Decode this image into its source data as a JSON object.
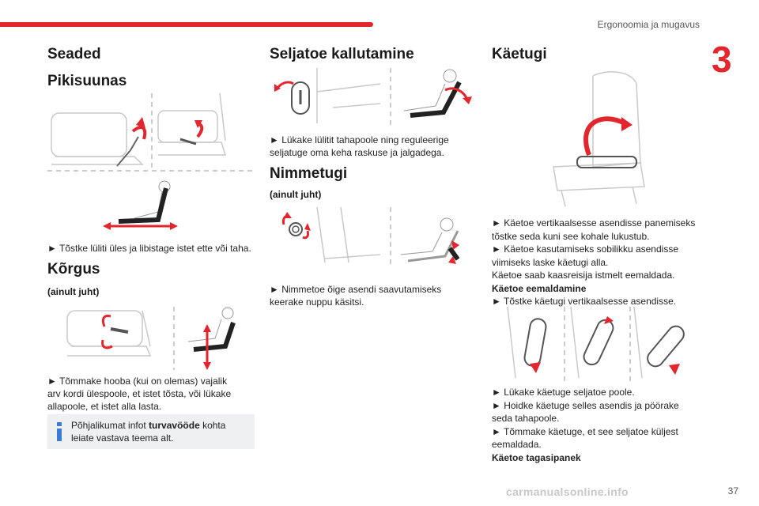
{
  "header": {
    "section_title": "Ergonoomia ja mugavus",
    "chapter_number": "3",
    "page_number": "37"
  },
  "watermark": "carmanualsonline.info",
  "col1": {
    "seaded_title": "Seaded",
    "pikisuunas_title": "Pikisuunas",
    "pikisuunas_text": "► Tõstke lüliti üles ja libistage istet ette või taha.",
    "korgus_title": "Kõrgus",
    "korgus_subtitle": "(ainult juht)",
    "korgus_text_1": "► Tõmmake hooba (kui on olemas) vajalik",
    "korgus_text_2": "arv kordi ülespoole, et istet tõsta, või lükake",
    "korgus_text_3": "allapoole, et istet alla lasta.",
    "info_pre": "Põhjalikumat infot ",
    "info_bold": "turvavööde",
    "info_post": " kohta",
    "info_line2": "leiate vastava teema alt."
  },
  "col2": {
    "seljatoe_title": "Seljatoe kallutamine",
    "seljatoe_text_1": "► Lükake lülitit tahapoole ning reguleerige",
    "seljatoe_text_2": "seljatuge oma keha raskuse ja jalgadega.",
    "nimmetugi_title": "Nimmetugi",
    "nimmetugi_subtitle": "(ainult juht)",
    "nimmetugi_text_1": "► Nimmetoe õige asendi saavutamiseks",
    "nimmetugi_text_2": "keerake nuppu käsitsi."
  },
  "col3": {
    "kaetugi_title": "Käetugi",
    "lines": [
      "► Käetoe vertikaalsesse asendisse panemiseks",
      "tõstke seda kuni see kohale lukustub.",
      "► Käetoe kasutamiseks sobilikku asendisse",
      "viimiseks laske käetugi alla.",
      "Käetoe saab kaasreisija istmelt eemaldada."
    ],
    "eemaldamine_title": "Käetoe eemaldamine",
    "eemaldamine_text": "► Tõstke käetugi vertikaalsesse asendisse.",
    "lines2": [
      "► Lükake käetuge seljatoe poole.",
      "► Hoidke käetuge selles asendis ja pöörake",
      "seda tahapoole.",
      "► Tõmmake käetuge, et see seljatoe küljest",
      "eemaldada."
    ],
    "tagasipanek_title": "Käetoe tagasipanek"
  },
  "colors": {
    "accent": "#e3262d",
    "info_bg": "#eef0f2",
    "info_icon": "#3a7bd5"
  }
}
